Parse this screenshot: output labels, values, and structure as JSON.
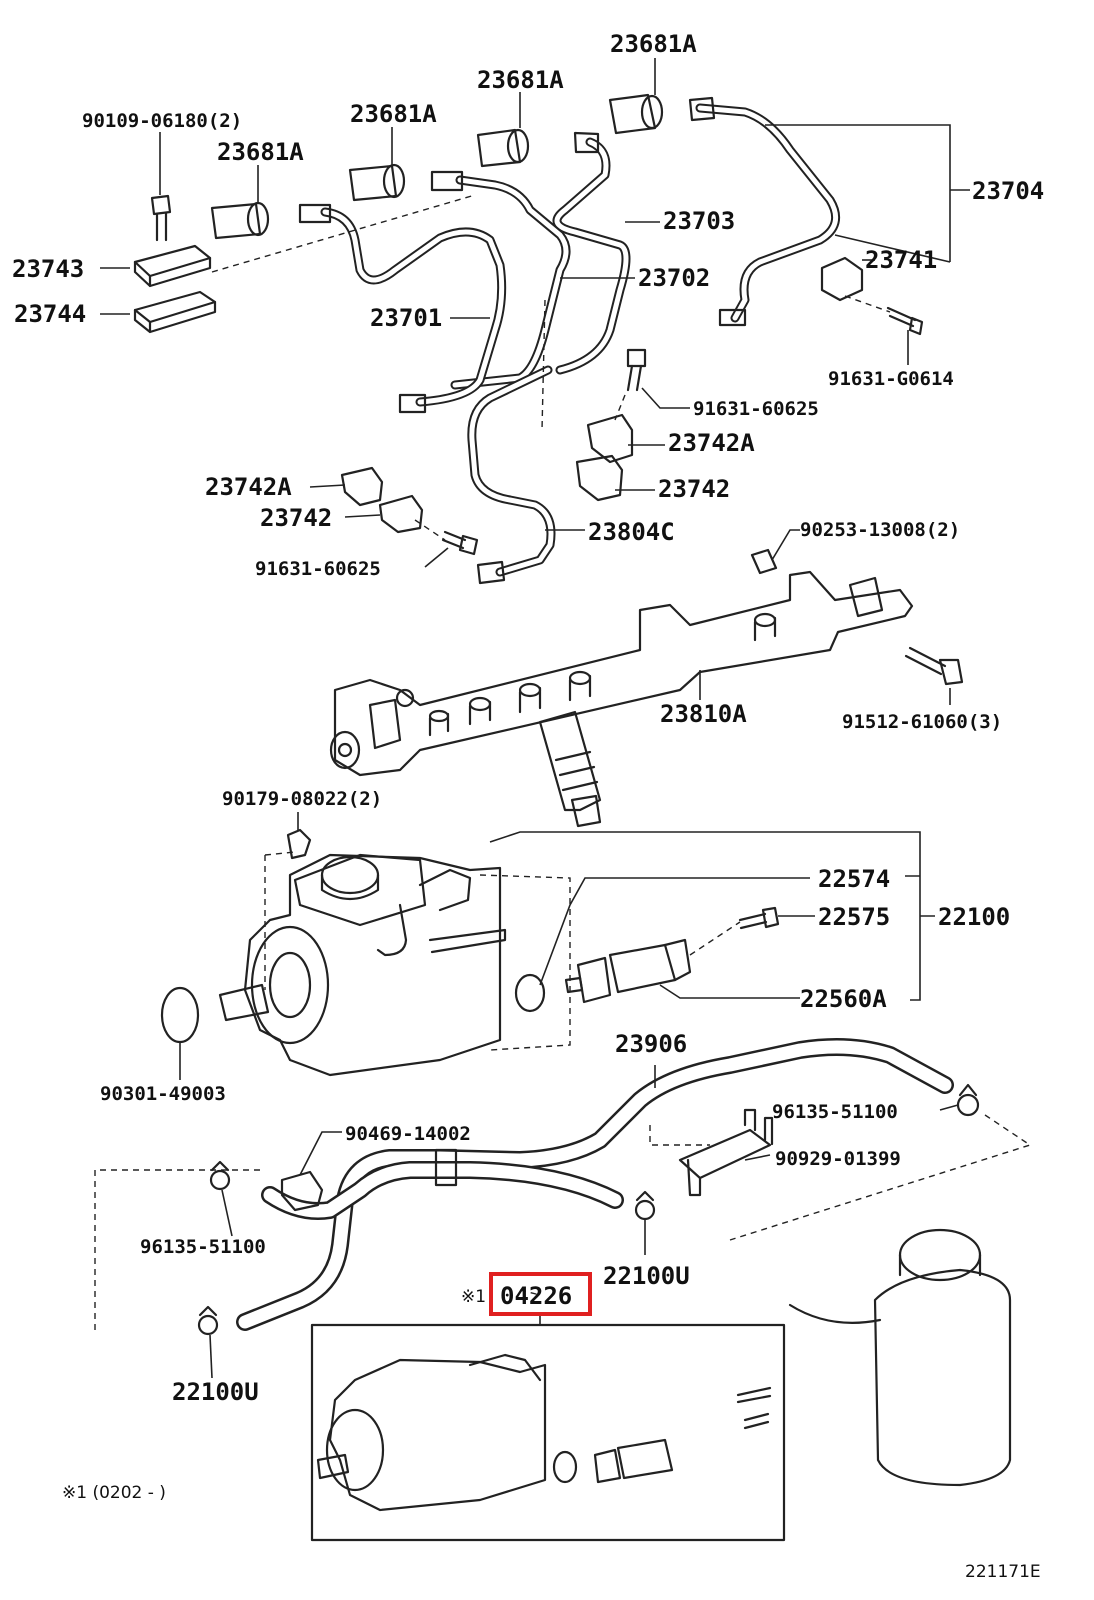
{
  "diagram": {
    "labels": {
      "p23681a_1": "23681A",
      "p23681a_2": "23681A",
      "p23681a_3": "23681A",
      "p23681a_4": "23681A",
      "p90109": "90109-06180(2)",
      "p23704": "23704",
      "p23703": "23703",
      "p23702": "23702",
      "p23701": "23701",
      "p23741": "23741",
      "p23743": "23743",
      "p23744": "23744",
      "p91631g": "91631-G0614",
      "p91631_a": "91631-60625",
      "p91631_b": "91631-60625",
      "p23742a_r": "23742A",
      "p23742a_l": "23742A",
      "p23742_r": "23742",
      "p23742_l": "23742",
      "p23804c": "23804C",
      "p90253": "90253-13008(2)",
      "p23810a": "23810A",
      "p91512": "91512-61060(3)",
      "p90179": "90179-08022(2)",
      "p22574": "22574",
      "p22575": "22575",
      "p22100": "22100",
      "p22560a": "22560A",
      "p90301": "90301-49003",
      "p23906": "23906",
      "p96135_r": "96135-51100",
      "p90929": "90929-01399",
      "p90469": "90469-14002",
      "p96135_l": "96135-51100",
      "p22100u_r": "22100U",
      "p22100u_l": "22100U",
      "p04226": "04226",
      "p04226_mark": "※1",
      "footnote": "※1 (0202 -         )",
      "ref": "221171E"
    },
    "highlight_color": "#e02020",
    "line_color": "#222222"
  }
}
